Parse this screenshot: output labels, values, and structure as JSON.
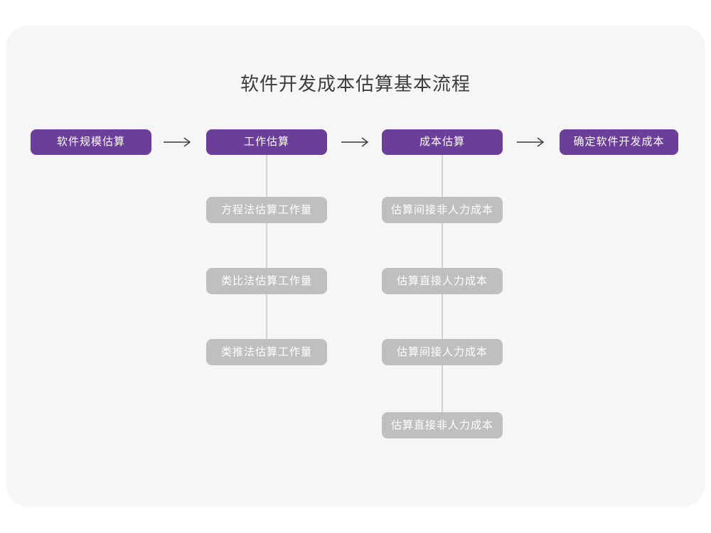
{
  "page": {
    "title": "软件开发成本估算基本流程"
  },
  "colors": {
    "card_bg": "#f6f6f7",
    "stage_bg": "#6b3e99",
    "method_bg": "#bfbfbf",
    "connector": "#d2d2d2",
    "arrow": "#3d3d3d",
    "title_text": "#3c3c3c",
    "box_text": "#ffffff"
  },
  "flow": {
    "stages": [
      {
        "label": "软件规模估算"
      },
      {
        "label": "工作估算"
      },
      {
        "label": "成本估算"
      },
      {
        "label": "确定软件开发成本"
      }
    ],
    "work_methods": [
      "方程法估算工作量",
      "类比法估算工作量",
      "类推法估算工作量"
    ],
    "cost_methods": [
      "估算间接非人力成本",
      "估算直接人力成本",
      "估算间接人力成本",
      "估算直接非人力成本"
    ]
  }
}
